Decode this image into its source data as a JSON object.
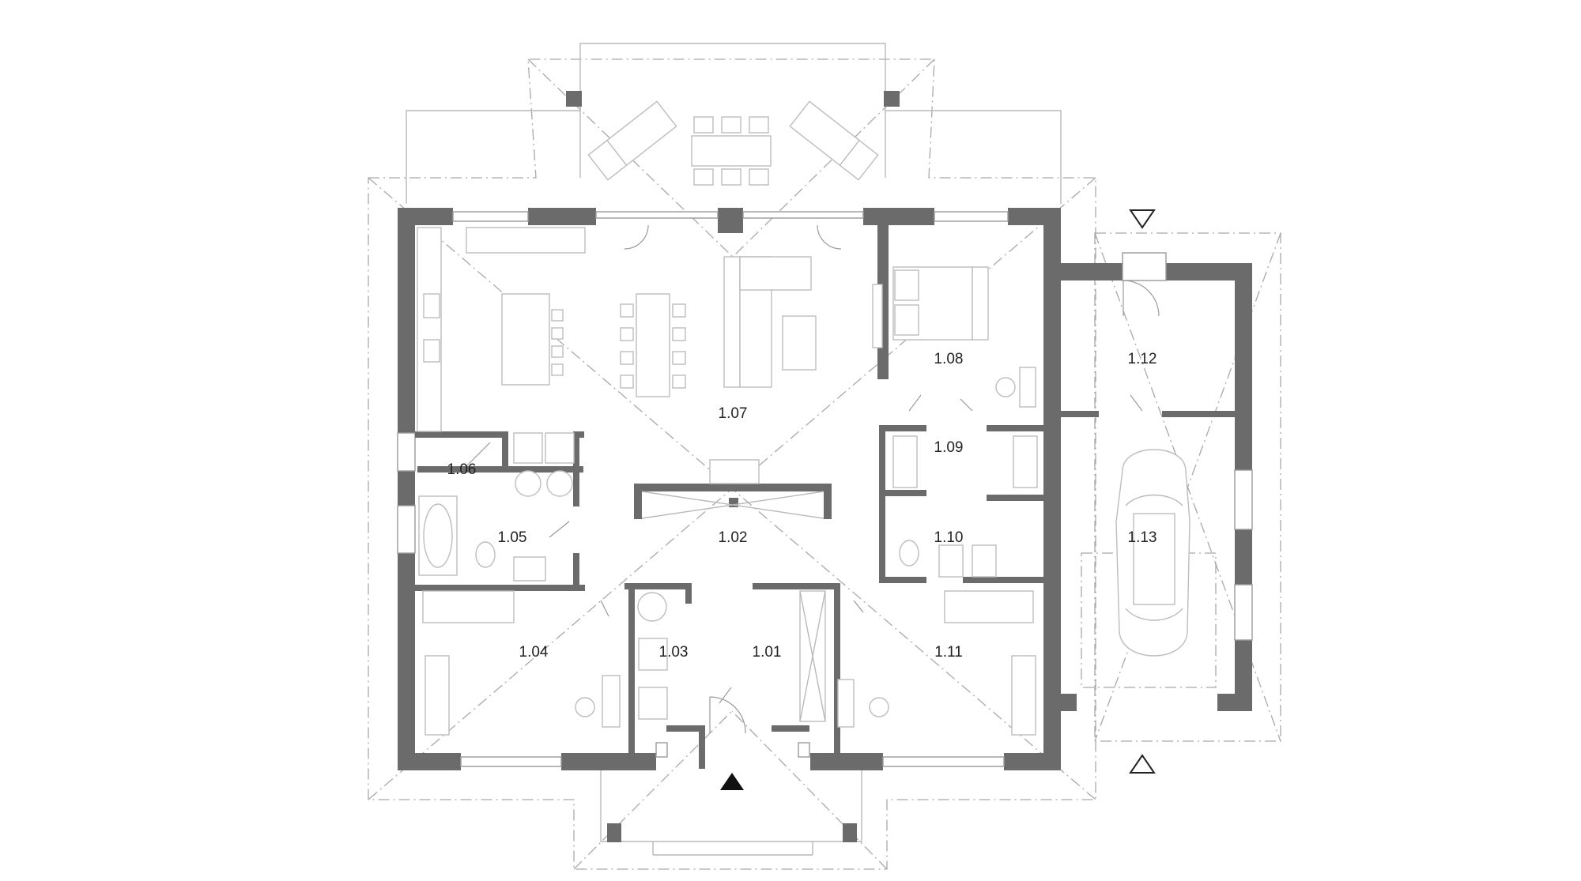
{
  "rooms": {
    "r101": "1.01",
    "r102": "1.02",
    "r103": "1.03",
    "r104": "1.04",
    "r105": "1.05",
    "r106": "1.06",
    "r107": "1.07",
    "r108": "1.08",
    "r109": "1.09",
    "r110": "1.10",
    "r111": "1.11",
    "r112": "1.12",
    "r113": "1.13"
  },
  "icons": {
    "main_entrance": "filled-triangle-up-icon",
    "garage_entrance_top": "outline-triangle-down-icon",
    "garage_entrance_bottom": "outline-triangle-up-icon",
    "car": "car-icon"
  },
  "colors": {
    "wall": "#6b6b6b",
    "line": "#b9b9b9",
    "text": "#222222"
  }
}
